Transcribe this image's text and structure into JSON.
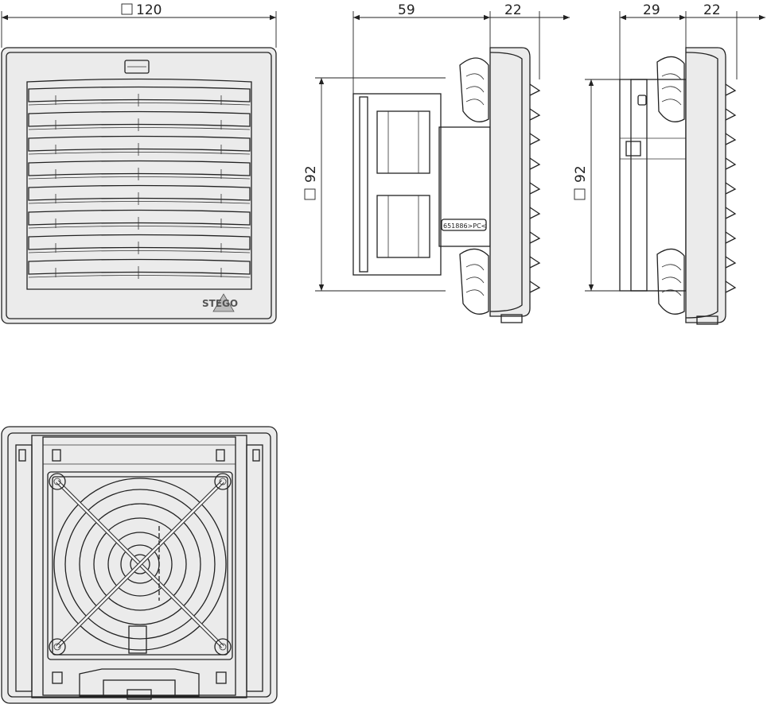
{
  "dimensions": {
    "front_width": "120",
    "side_depth_body": "59",
    "side_depth_cover": "22",
    "side_height": "92",
    "side2_depth_body": "29",
    "side2_depth_cover": "22",
    "side2_height": "92"
  },
  "labels": {
    "brand": "STEGO",
    "part_marking": "651886>PC<"
  },
  "colors": {
    "line": "#222222",
    "fill": "#ebebeb"
  }
}
